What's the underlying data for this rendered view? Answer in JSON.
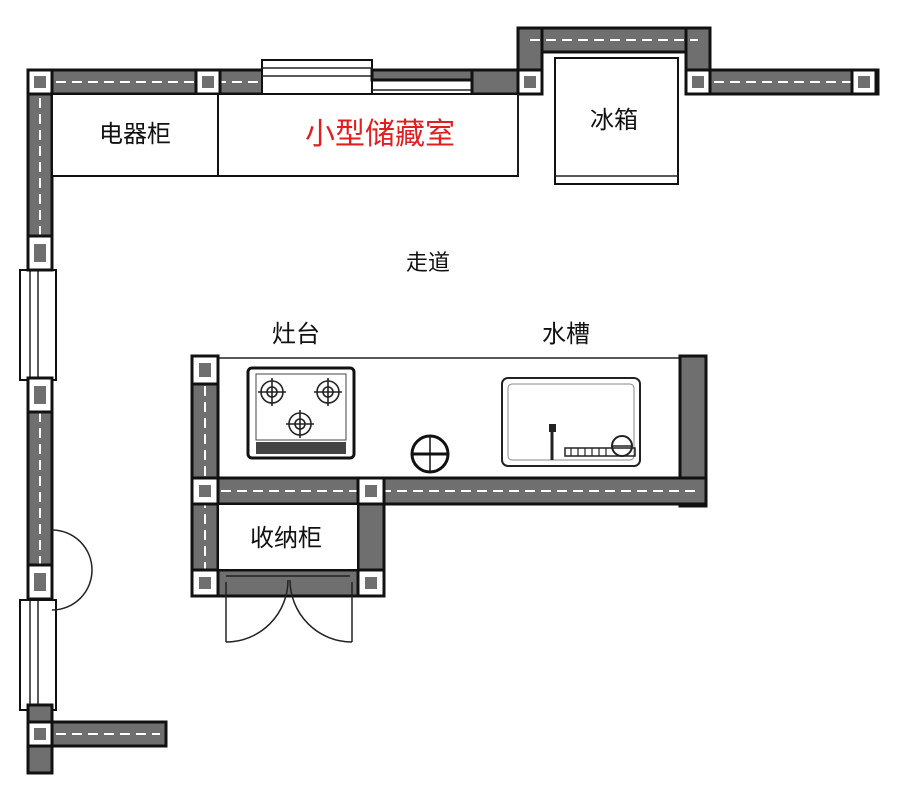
{
  "labels": {
    "appliance_cabinet": "电器柜",
    "small_storage_room": "小型储藏室",
    "fridge": "冰箱",
    "corridor": "走道",
    "stove": "灶台",
    "sink": "水槽",
    "storage_cabinet": "收纳柜"
  },
  "colors": {
    "wall": "#6f6f6f",
    "outline": "#111111",
    "highlight_text": "#e02020"
  }
}
